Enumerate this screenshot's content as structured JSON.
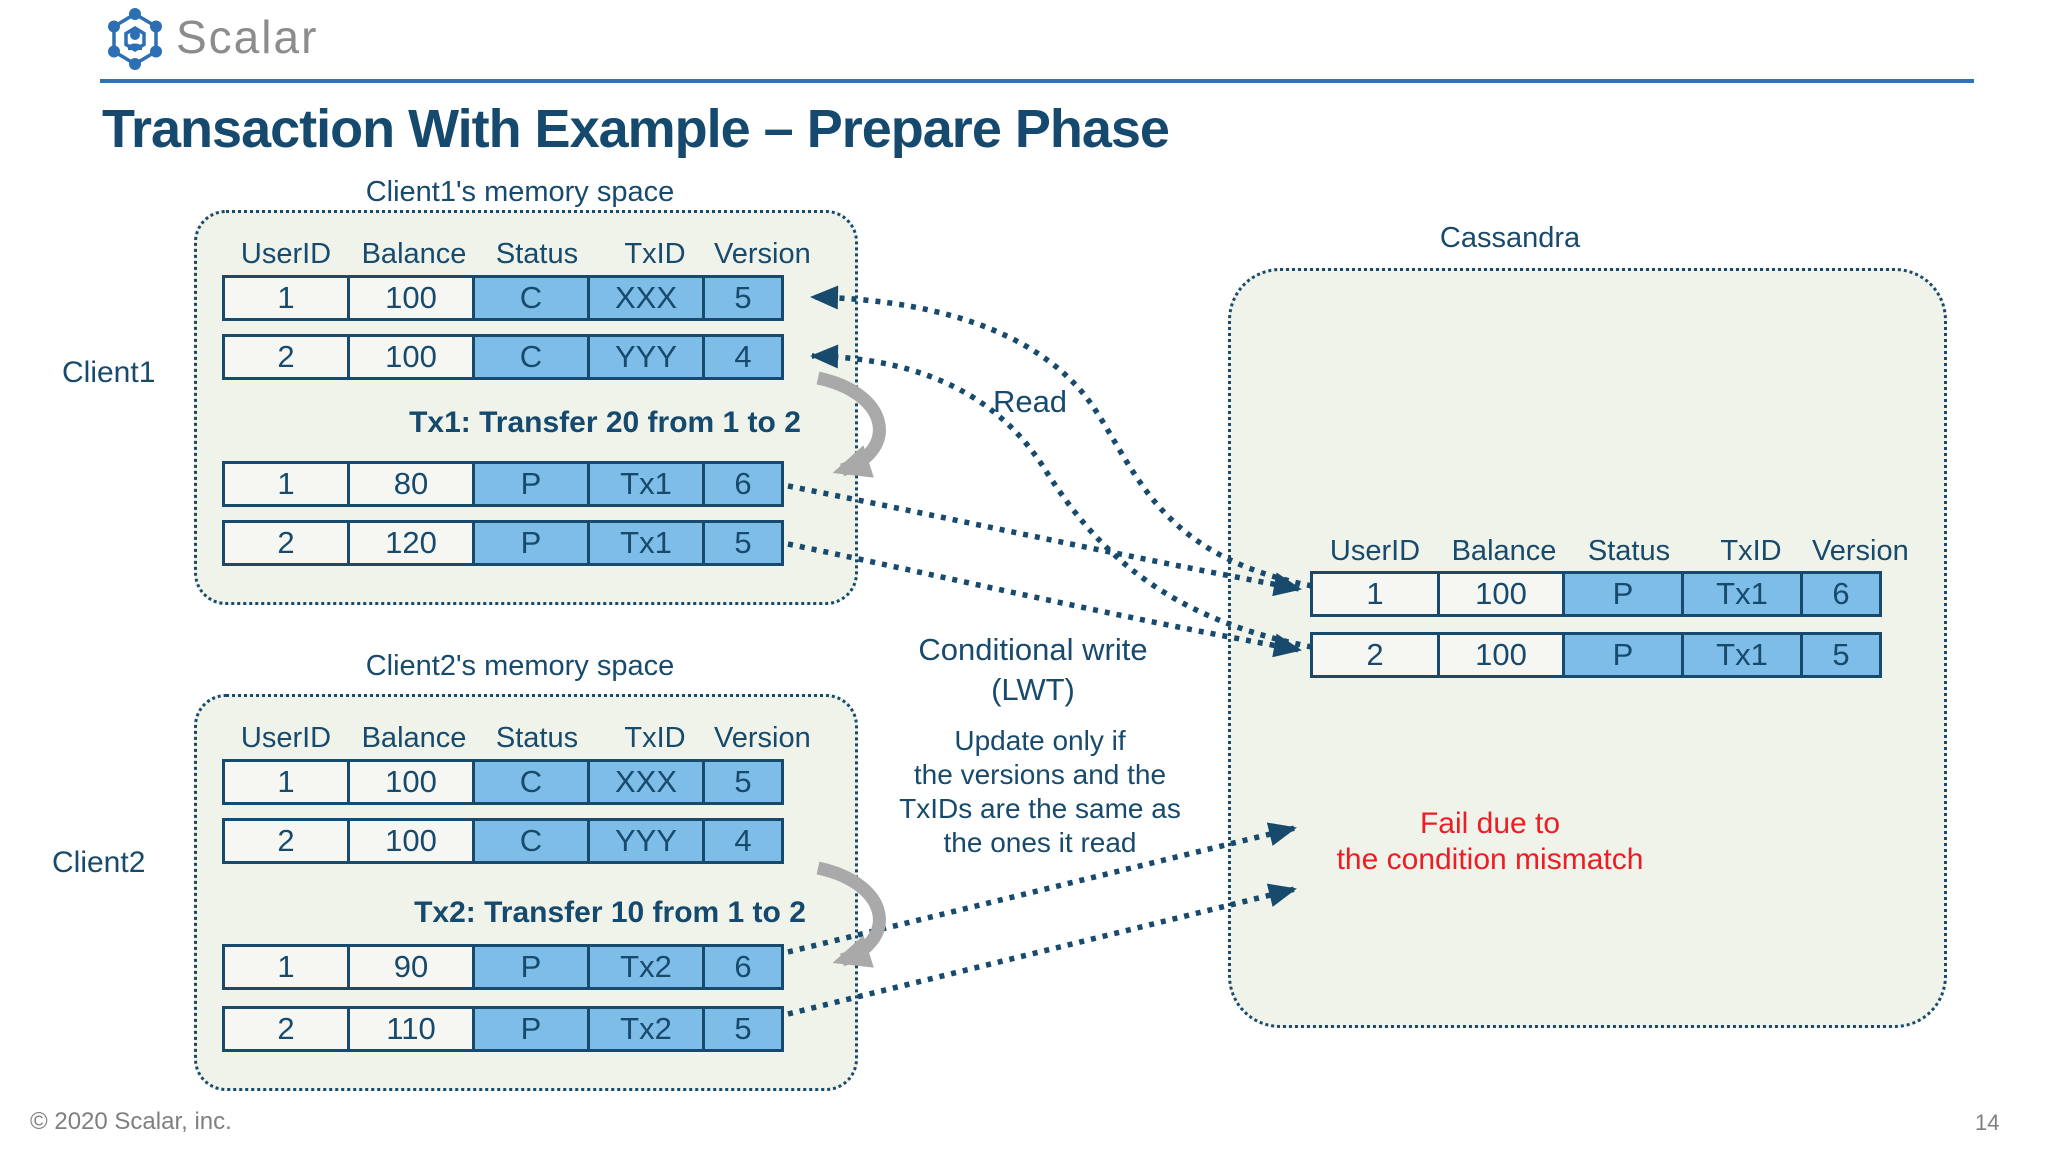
{
  "header": {
    "logo_text": "Scalar"
  },
  "title": "Transaction With Example – Prepare Phase",
  "client1": {
    "space_label": "Client1's memory space",
    "client_label": "Client1",
    "columns": [
      "UserID",
      "Balance",
      "Status",
      "TxID",
      "Version"
    ],
    "before_rows": [
      [
        "1",
        "100",
        "C",
        "XXX",
        "5"
      ],
      [
        "2",
        "100",
        "C",
        "YYY",
        "4"
      ]
    ],
    "tx_label": "Tx1: Transfer 20 from 1 to 2",
    "after_rows": [
      [
        "1",
        "80",
        "P",
        "Tx1",
        "6"
      ],
      [
        "2",
        "120",
        "P",
        "Tx1",
        "5"
      ]
    ]
  },
  "client2": {
    "space_label": "Client2's memory space",
    "client_label": "Client2",
    "columns": [
      "UserID",
      "Balance",
      "Status",
      "TxID",
      "Version"
    ],
    "before_rows": [
      [
        "1",
        "100",
        "C",
        "XXX",
        "5"
      ],
      [
        "2",
        "100",
        "C",
        "YYY",
        "4"
      ]
    ],
    "tx_label": "Tx2: Transfer 10  from 1 to 2",
    "after_rows": [
      [
        "1",
        "90",
        "P",
        "Tx2",
        "6"
      ],
      [
        "2",
        "110",
        "P",
        "Tx2",
        "5"
      ]
    ]
  },
  "cassandra": {
    "label": "Cassandra",
    "columns": [
      "UserID",
      "Balance",
      "Status",
      "TxID",
      "Version"
    ],
    "rows": [
      [
        "1",
        "100",
        "P",
        "Tx1",
        "6"
      ],
      [
        "2",
        "100",
        "P",
        "Tx1",
        "5"
      ]
    ]
  },
  "annotations": {
    "read": "Read",
    "conditional_write_line1": "Conditional write",
    "conditional_write_line2": "(LWT)",
    "update_note": [
      "Update only if",
      "the versions and the",
      "TxIDs are the same as",
      "the ones  it read"
    ],
    "fail_note": [
      "Fail due to",
      "the condition mismatch"
    ]
  },
  "footer": {
    "copyright": "© 2020 Scalar, inc.",
    "page_number": "14"
  },
  "colors": {
    "navy": "#174A6C",
    "cell_blue": "#7DBDE8",
    "cell_white": "#F6F7F3",
    "box_background": "#EFF3E9",
    "accent_blue": "#2E74B5",
    "fail_red": "#EE1C24",
    "logo_gray": "#8C8C8C",
    "arrow_gray": "#A9A9A9"
  }
}
